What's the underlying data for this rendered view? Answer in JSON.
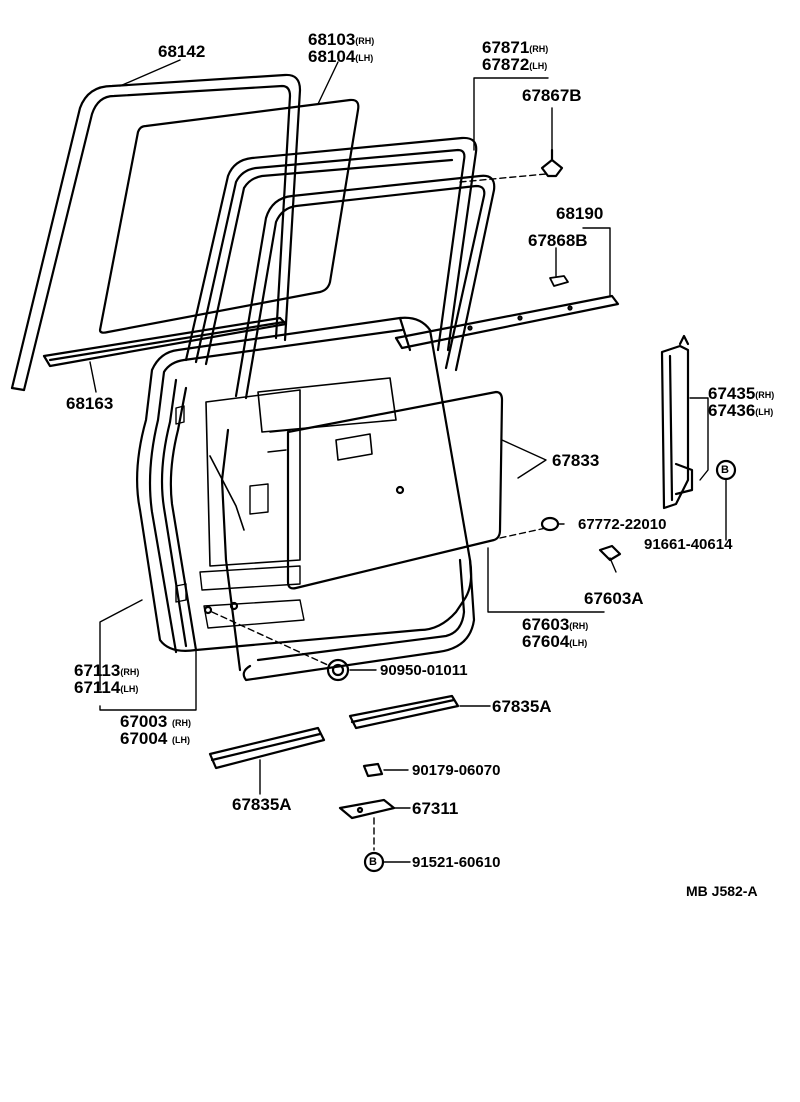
{
  "diagram": {
    "code": "MB  J582-A",
    "parts": [
      {
        "id": "p68142",
        "number": "68142",
        "suffix": ""
      },
      {
        "id": "p68103",
        "number": "68103",
        "suffix": "(RH)"
      },
      {
        "id": "p68104",
        "number": "68104",
        "suffix": "(LH)"
      },
      {
        "id": "p67871",
        "number": "67871",
        "suffix": "(RH)"
      },
      {
        "id": "p67872",
        "number": "67872",
        "suffix": "(LH)"
      },
      {
        "id": "p67867B",
        "number": "67867B",
        "suffix": ""
      },
      {
        "id": "p68190",
        "number": "68190",
        "suffix": ""
      },
      {
        "id": "p67868B",
        "number": "67868B",
        "suffix": ""
      },
      {
        "id": "p68163",
        "number": "68163",
        "suffix": ""
      },
      {
        "id": "p67435",
        "number": "67435",
        "suffix": "(RH)"
      },
      {
        "id": "p67436",
        "number": "67436",
        "suffix": "(LH)"
      },
      {
        "id": "p67833",
        "number": "67833",
        "suffix": ""
      },
      {
        "id": "p67772",
        "number": "67772-22010",
        "suffix": ""
      },
      {
        "id": "p91661",
        "number": "91661-40614",
        "suffix": ""
      },
      {
        "id": "p67603A",
        "number": "67603A",
        "suffix": ""
      },
      {
        "id": "p67603",
        "number": "67603",
        "suffix": "(RH)"
      },
      {
        "id": "p67604",
        "number": "67604",
        "suffix": "(LH)"
      },
      {
        "id": "p67113",
        "number": "67113",
        "suffix": "(RH)"
      },
      {
        "id": "p67114",
        "number": "67114",
        "suffix": "(LH)"
      },
      {
        "id": "p90950",
        "number": "90950-01011",
        "suffix": ""
      },
      {
        "id": "p67003",
        "number": "67003",
        "suffix": "(RH)"
      },
      {
        "id": "p67004",
        "number": "67004",
        "suffix": "(LH)"
      },
      {
        "id": "p67835A1",
        "number": "67835A",
        "suffix": ""
      },
      {
        "id": "p90179",
        "number": "90179-06070",
        "suffix": ""
      },
      {
        "id": "p67311",
        "number": "67311",
        "suffix": ""
      },
      {
        "id": "p67835A2",
        "number": "67835A",
        "suffix": ""
      },
      {
        "id": "p91521",
        "number": "91521-60610",
        "suffix": ""
      }
    ],
    "marker_letter": "B"
  }
}
